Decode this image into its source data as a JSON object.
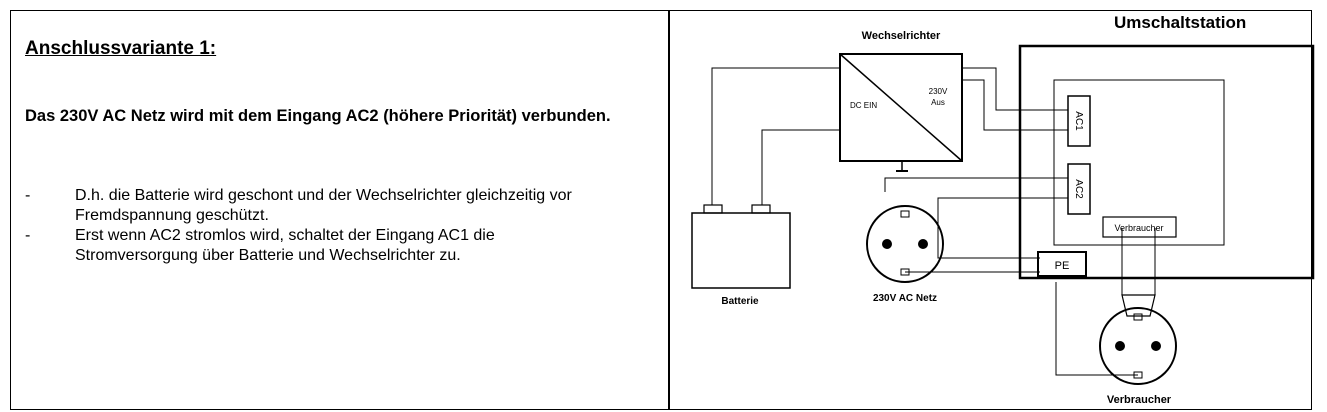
{
  "left": {
    "heading": "Anschlussvariante 1:",
    "subheading": "Das 230V AC Netz wird mit dem Eingang AC2 (höhere Priorität) verbunden.",
    "bullets": [
      {
        "dash": "-",
        "text": "D.h. die Batterie wird geschont und der Wechselrichter gleichzeitig vor Fremdspannung geschützt."
      },
      {
        "dash": "-",
        "text": "Erst wenn AC2 stromlos wird, schaltet der Eingang AC1 die Stromversorgung über Batterie und Wechselrichter zu."
      }
    ]
  },
  "diagram": {
    "station_title": "Umschaltstation",
    "inverter_title": "Wechselrichter",
    "dc_in": "DC EIN",
    "ac_out_1": "230V",
    "ac_out_2": "Aus",
    "ac1": "AC1",
    "ac2": "AC2",
    "consumer_box": "Verbraucher",
    "pe": "PE",
    "battery": "Batterie",
    "grid": "230V AC Netz",
    "consumer": "Verbraucher"
  }
}
